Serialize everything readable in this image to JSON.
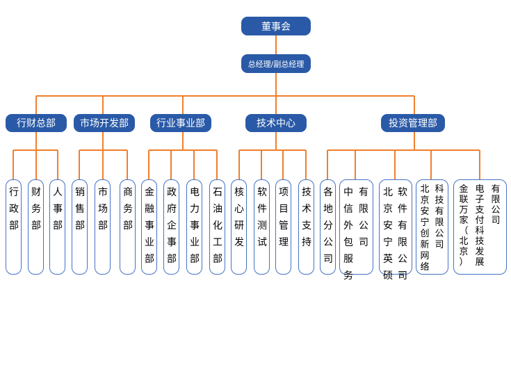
{
  "top": {
    "board": "董事会",
    "gm": "总经理/副总经理"
  },
  "departments": [
    "行财总部",
    "市场开发部",
    "行业事业部",
    "技术中心",
    "投资管理部"
  ],
  "units": [
    {
      "cols": [
        "行政部"
      ]
    },
    {
      "cols": [
        "财务部"
      ]
    },
    {
      "cols": [
        "人事部"
      ]
    },
    {
      "cols": [
        "销售部"
      ]
    },
    {
      "cols": [
        "市场部"
      ]
    },
    {
      "cols": [
        "商务部"
      ]
    },
    {
      "cols": [
        "金融事业部"
      ]
    },
    {
      "cols": [
        "政府企事部"
      ]
    },
    {
      "cols": [
        "电力事业部"
      ]
    },
    {
      "cols": [
        "石油化工部"
      ]
    },
    {
      "cols": [
        "核心研发"
      ]
    },
    {
      "cols": [
        "软件测试"
      ]
    },
    {
      "cols": [
        "项目管理"
      ]
    },
    {
      "cols": [
        "技术支持"
      ]
    },
    {
      "cols": [
        "各地分公司"
      ]
    },
    {
      "cols": [
        "中信外包服务",
        "有限公司"
      ]
    },
    {
      "cols": [
        "北京安宁英硕",
        "软件有限公司"
      ]
    },
    {
      "cols": [
        "北京安宁创新网络",
        "科技有限公司"
      ]
    },
    {
      "cols": [
        "金联万家（北京）",
        "电子支付科技发展",
        "有限公司"
      ]
    }
  ],
  "colors": {
    "box": "#2a5aa7",
    "connector": "#f07f2c",
    "leaf_border": "#4472c4"
  }
}
